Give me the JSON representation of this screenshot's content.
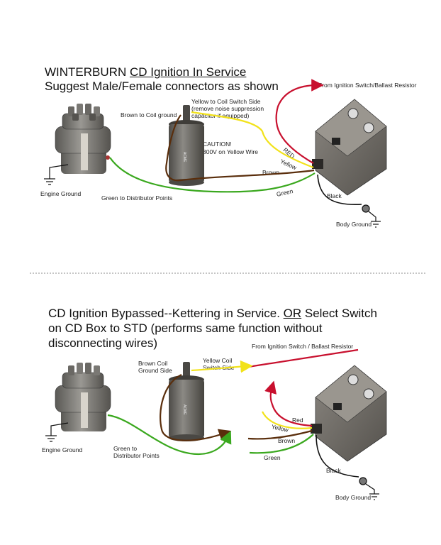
{
  "section1": {
    "title_prefix": "WINTERBURN ",
    "title_underlined": "CD Ignition In Service",
    "subtitle": "Suggest Male/Female connectors as shown",
    "labels": {
      "ignition_switch": "From Ignition Switch/Ballast Resistor",
      "yellow_coil": "Yellow to Coil Switch Side",
      "yellow_note_1": "(remove noise suppression",
      "yellow_note_2": "capacitor if equipped)",
      "brown_coil": "Brown to Coil ground",
      "caution_1": "CAUTION!",
      "caution_2": "300V on Yellow Wire",
      "engine_ground": "Engine Ground",
      "green_points": "Green to Distributor Points",
      "body_ground": "Body Ground",
      "wire_red": "RED",
      "wire_yellow": "Yellow",
      "wire_brown": "Brown",
      "wire_green": "Green",
      "wire_black": "Black",
      "coil_brand": "ACME"
    }
  },
  "section2": {
    "title_line1_a": "CD Ignition Bypassed--Kettering in Service. ",
    "title_line1_u": "OR",
    "title_line1_b": " Select Switch",
    "title_line2": "on CD Box to STD (performs same function without",
    "title_line3": "disconnecting wires)",
    "labels": {
      "ignition_switch": "From Ignition Switch / Ballast Resistor",
      "brown_coil_1": "Brown Coil",
      "brown_coil_2": "Ground Side",
      "yellow_coil_1": "Yellow Coil",
      "yellow_coil_2": "Switch Side",
      "engine_ground": "Engine Ground",
      "green_points_1": "Green to",
      "green_points_2": "Distributor Points",
      "body_ground": "Body Ground",
      "wire_red": "Red",
      "wire_yellow": "Yellow",
      "wire_brown": "Brown",
      "wire_green": "Green",
      "wire_black": "Black",
      "coil_brand": "ACME"
    }
  },
  "colors": {
    "red": "#c8102e",
    "yellow": "#f2e21a",
    "brown": "#5a2e0c",
    "green": "#3aa81e",
    "black": "#111111",
    "box": "#6e6a64",
    "coil": "#5f5c57",
    "cap": "#7a7874"
  }
}
